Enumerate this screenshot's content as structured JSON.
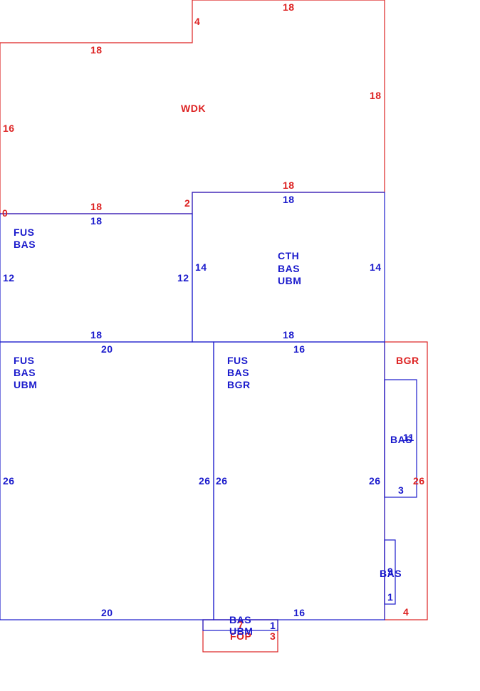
{
  "colors": {
    "blue": "#1a1acc",
    "red": "#dd2222",
    "background": "#ffffff"
  },
  "labels": {
    "wdk": "WDK",
    "fus_bas_1_line1": "FUS",
    "fus_bas_1_line2": "BAS",
    "cth": "CTH",
    "cth_bas": "BAS",
    "cth_ubm": "UBM",
    "fus_bas_ubm_line1": "FUS",
    "fus_bas_ubm_line2": "BAS",
    "fus_bas_ubm_line3": "UBM",
    "fus_bas_bgr_line1": "FUS",
    "fus_bas_bgr_line2": "BAS",
    "fus_bas_bgr_line3": "BGR",
    "bgr": "BGR",
    "bas_small_1": "BAS",
    "bas_small_2": "BAS",
    "bas_bottom": "BAS",
    "ubm_bottom": "UBM",
    "fop": "FOP"
  },
  "dimensions": {
    "wdk_top": "18",
    "wdk_notch_vertical": "4",
    "wdk_notch_horizontal": "18",
    "wdk_left": "16",
    "wdk_right": "18",
    "wdk_bottom_right": "18",
    "wdk_bottom_left": "18",
    "wdk_step": "2",
    "wdk_zero": "0",
    "fus1_top": "18",
    "fus1_left": "12",
    "fus1_right": "12",
    "fus1_bottom": "18",
    "cth_top": "18",
    "cth_left": "14",
    "cth_right": "14",
    "cth_bottom": "18",
    "fus2_top": "20",
    "fus2_left": "26",
    "fus2_right": "26",
    "fus2_bottom": "20",
    "fus3_top": "16",
    "fus3_left": "26",
    "fus3_right": "26",
    "fus3_bottom": "16",
    "bgr_right": "26",
    "bgr_bottom": "4",
    "bas1_side": "11",
    "bas1_bottom": "3",
    "bas2_side": "9",
    "bas2_bottom": "1",
    "fop_top": "7",
    "fop_right": "3",
    "small_right": "1"
  }
}
